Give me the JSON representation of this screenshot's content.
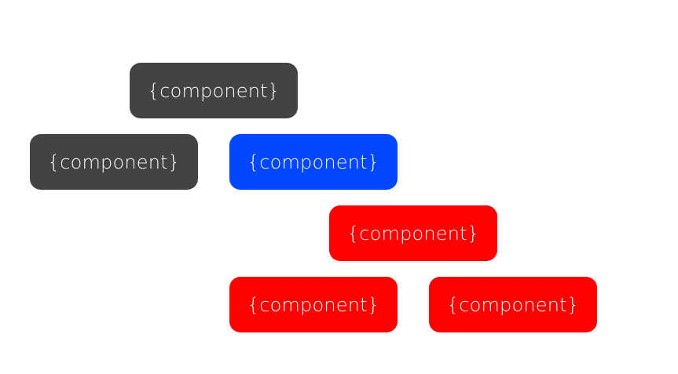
{
  "nodes": [
    {
      "label": "{component}",
      "color": "#434343"
    },
    {
      "label": "{component}",
      "color": "#434343"
    },
    {
      "label": "{component}",
      "color": "#0047ff"
    },
    {
      "label": "{component}",
      "color": "#ff0000"
    },
    {
      "label": "{component}",
      "color": "#ff0000"
    },
    {
      "label": "{component}",
      "color": "#ff0000"
    }
  ]
}
